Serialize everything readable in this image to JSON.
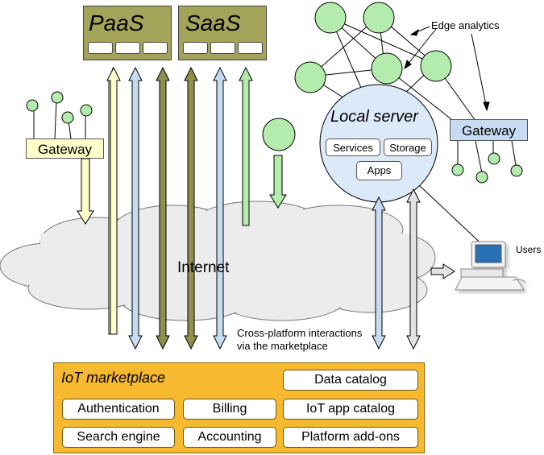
{
  "platforms": [
    {
      "name": "PaaS"
    },
    {
      "name": "SaaS"
    }
  ],
  "labels": {
    "edge_analytics": "Edge analytics",
    "local_server": "Local server",
    "gateway_left": "Gateway",
    "gateway_right": "Gateway",
    "internet": "Internet",
    "users": "Users",
    "cross_platform_line1": "Cross-platform interactions",
    "cross_platform_line2": "via the marketplace"
  },
  "local_server_items": {
    "services": "Services",
    "storage": "Storage",
    "apps": "Apps"
  },
  "marketplace": {
    "title": "IoT marketplace",
    "data_catalog": "Data catalog",
    "authentication": "Authentication",
    "billing": "Billing",
    "iot_app_catalog": "IoT app catalog",
    "search_engine": "Search engine",
    "accounting": "Accounting",
    "platform_addons": "Platform add-ons"
  },
  "colors": {
    "platform": "#a3a35a",
    "marketplace": "#f6b92f",
    "node": "#b4ecad",
    "local_server": "#dce9f8",
    "gateway_left": "#ffffcc",
    "gateway_right": "#c7dcf2",
    "cloud": "#ececec",
    "arrow_yellow": "#ffffcc",
    "arrow_blue": "#c7dcf2",
    "arrow_olive": "#8f8f4e",
    "arrow_green": "#b4ecad",
    "arrow_grey": "#e3e3e3"
  }
}
